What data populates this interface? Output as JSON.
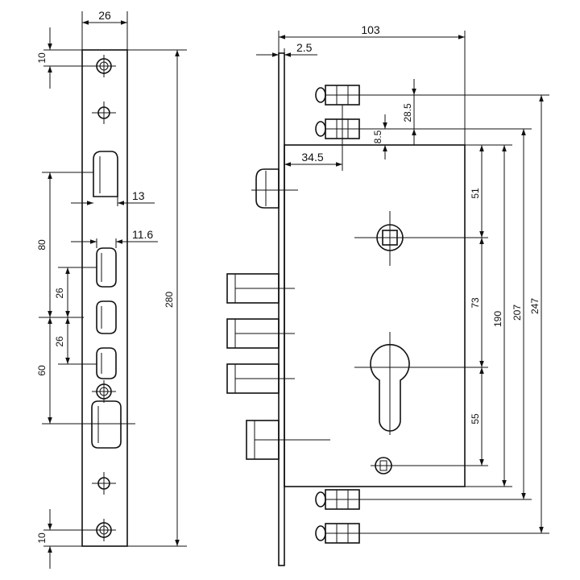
{
  "faceplate": {
    "width_label": "26",
    "top_offset_label": "10",
    "bottom_offset_label": "10",
    "slot_width_label": "13",
    "bolt_width_label": "11.6",
    "span_80_label": "80",
    "pitch_a_label": "26",
    "pitch_b_label": "26",
    "span_60_label": "60",
    "height_label": "280"
  },
  "body": {
    "depth_label": "103",
    "plate_thickness_label": "2.5",
    "screw_offset_label": "28.5",
    "inset_label": "8.5",
    "backset_label": "34.5",
    "spindle_label": "51",
    "centre_distance_label": "73",
    "cylinder_label": "55",
    "case_height_label": "190",
    "plate_height_label": "207",
    "overall_label": "247"
  }
}
